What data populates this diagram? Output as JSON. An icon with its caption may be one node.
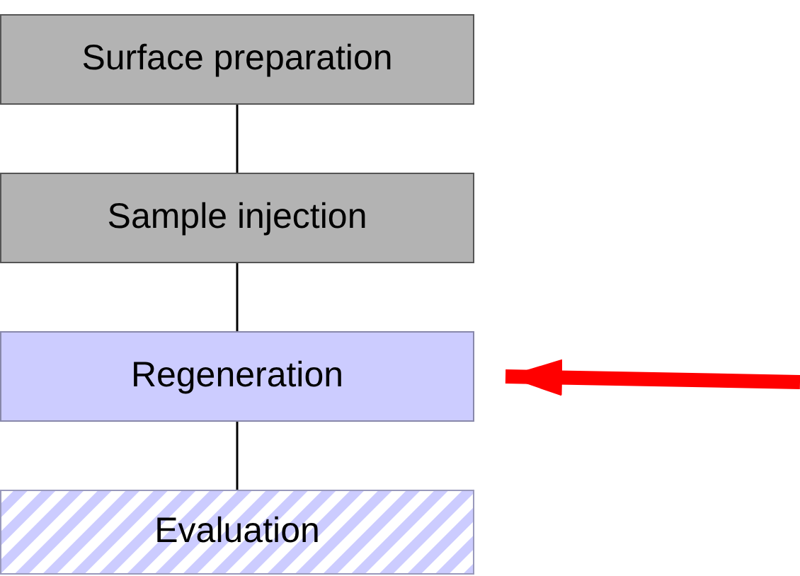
{
  "diagram": {
    "nodes": [
      {
        "text": [
          "Surface preparation"
        ]
      },
      {
        "text": [
          "Sample injection"
        ]
      },
      {
        "text": [
          "Regeneration"
        ]
      },
      {
        "text": [
          "Evaluation"
        ]
      }
    ],
    "edges": [
      {
        "from": 0,
        "to": 1,
        "arrow": "none"
      },
      {
        "from": 1,
        "to": 2,
        "arrow": "none"
      },
      {
        "from": 2,
        "to": 3,
        "arrow": "none"
      },
      {
        "from": null,
        "to": 2,
        "arrow": "to",
        "style": "thick",
        "color": "#ff0000"
      }
    ]
  }
}
